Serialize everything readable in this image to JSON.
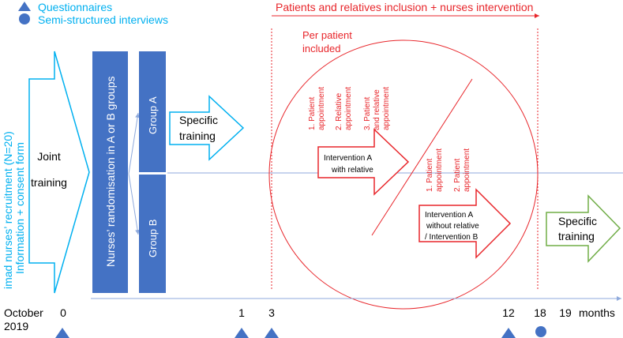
{
  "legend": {
    "questionnaires": "Questionnaires",
    "interviews": "Semi-structured interviews"
  },
  "phase_header": "Patients and relatives inclusion + nurses intervention",
  "per_patient": [
    "Per patient",
    "included"
  ],
  "recruitment": [
    "imad nurses’ recruitment  (N=20)",
    "Information + consent form"
  ],
  "joint_training": [
    "Joint",
    "training"
  ],
  "randomisation": "Nurses’ randomisation in A or B groups",
  "group_a": "Group A",
  "group_b": "Group B",
  "specific_training": [
    "Specific",
    "training"
  ],
  "appointments_a": [
    [
      "1. Patient",
      "appointment"
    ],
    [
      "2. Relative",
      "appointment"
    ],
    [
      "3. Patient",
      "and relative",
      "appointment"
    ]
  ],
  "appointments_b": [
    [
      "1. Patient",
      "appointment"
    ],
    [
      "2. Patient",
      "appointment"
    ]
  ],
  "intervention_a": [
    "Intervention A",
    "with relative"
  ],
  "intervention_b": [
    "Intervention A",
    "without relative",
    "/ Intervention B"
  ],
  "timeline": {
    "start": [
      "October",
      "2019"
    ],
    "ticks": [
      "0",
      "1",
      "3",
      "12",
      "18",
      "19"
    ],
    "unit": "months"
  },
  "markers": [
    {
      "month": "0",
      "kind": "questionnaire"
    },
    {
      "month": "1",
      "kind": "questionnaire"
    },
    {
      "month": "3",
      "kind": "questionnaire"
    },
    {
      "month": "12",
      "kind": "questionnaire"
    },
    {
      "month": "18",
      "kind": "interview"
    }
  ],
  "colors": {
    "blue": "#4472C4",
    "cyan": "#00B0F0",
    "red": "#E8262B",
    "green": "#70AD47",
    "line": "#8FAADC"
  }
}
